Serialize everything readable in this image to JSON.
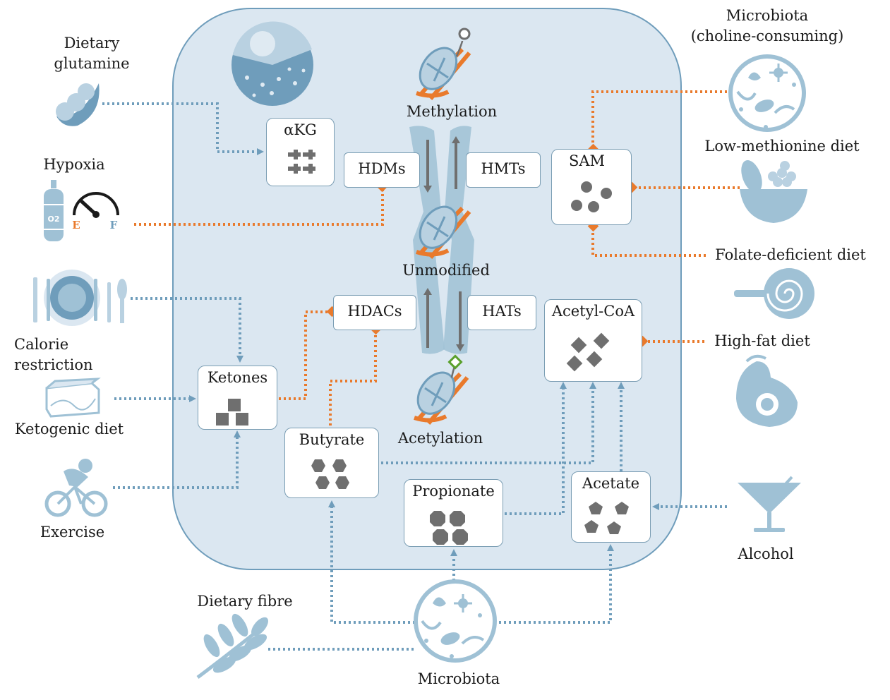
{
  "colors": {
    "cell_fill": "#dbe7f1",
    "cell_border": "#6f9dbb",
    "icon_blue": "#9fc1d5",
    "arrow_blue": "#6f9dbb",
    "accent_orange": "#e97a2c",
    "acetyl_green": "#5aa02c",
    "molecule_gray": "#6f6f6f"
  },
  "center": {
    "methylation": "Methylation",
    "unmodified": "Unmodified",
    "acetylation": "Acetylation"
  },
  "enzymes": {
    "hdms": "HDMs",
    "hmts": "HMTs",
    "hdacs": "HDACs",
    "hats": "HATs"
  },
  "metabolites": {
    "akg": "αKG",
    "sam": "SAM",
    "ketones": "Ketones",
    "acetyl_coa": "Acetyl-CoA",
    "butyrate": "Butyrate",
    "propionate": "Propionate",
    "acetate": "Acetate"
  },
  "inputs": {
    "dietary_glutamine": "Dietary\nglutamine",
    "hypoxia": "Hypoxia",
    "gauge_e": "E",
    "gauge_f": "F",
    "tank_label": "O2",
    "calorie_restriction": "Calorie\nrestriction",
    "ketogenic_diet": "Ketogenic diet",
    "exercise": "Exercise",
    "dietary_fibre": "Dietary fibre",
    "microbiota": "Microbiota",
    "microbiota_choline": "Microbiota\n(choline-consuming)",
    "low_methionine": "Low-methionine diet",
    "folate_deficient": "Folate-deficient diet",
    "high_fat": "High-fat diet",
    "alcohol": "Alcohol"
  }
}
